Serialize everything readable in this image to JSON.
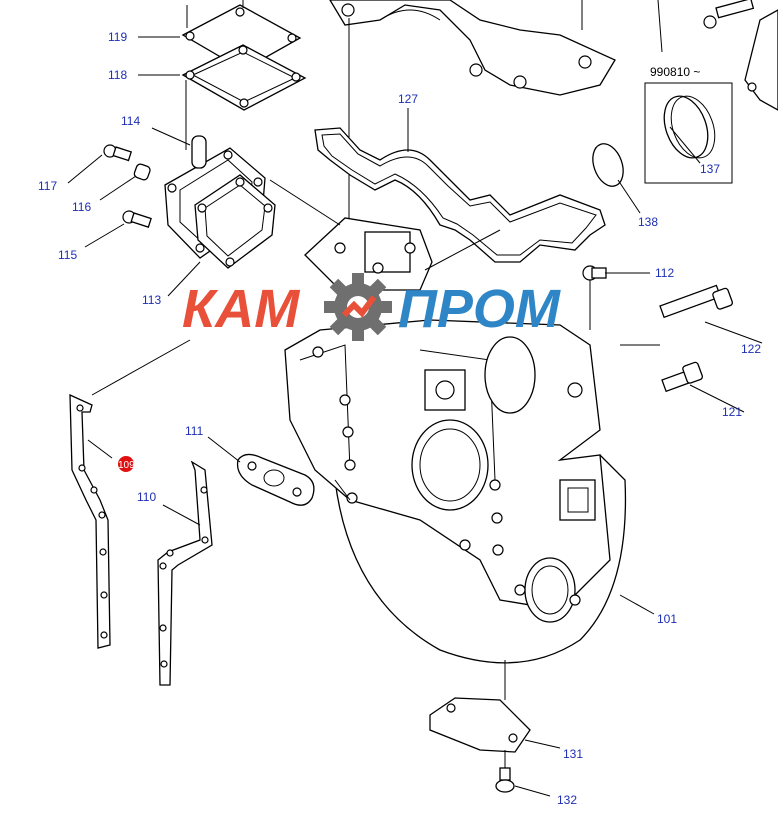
{
  "diagram": {
    "serial_note": "990810 ~",
    "watermark": {
      "left_text": "КАМ",
      "right_text": "ПРОМ",
      "left_color": "#e8503a",
      "right_color": "#2f86c6",
      "gear_color": "#6f6f6f"
    },
    "label_color": "#1e2fb4",
    "labels": {
      "p119": "119",
      "p118": "118",
      "p114": "114",
      "p117": "117",
      "p116": "116",
      "p115": "115",
      "p113": "113",
      "p127": "127",
      "p137": "137",
      "p138": "138",
      "p112": "112",
      "p122": "122",
      "p121": "121",
      "p111": "111",
      "p109": "109",
      "p110": "110",
      "p101": "101",
      "p131": "131",
      "p132": "132"
    }
  }
}
